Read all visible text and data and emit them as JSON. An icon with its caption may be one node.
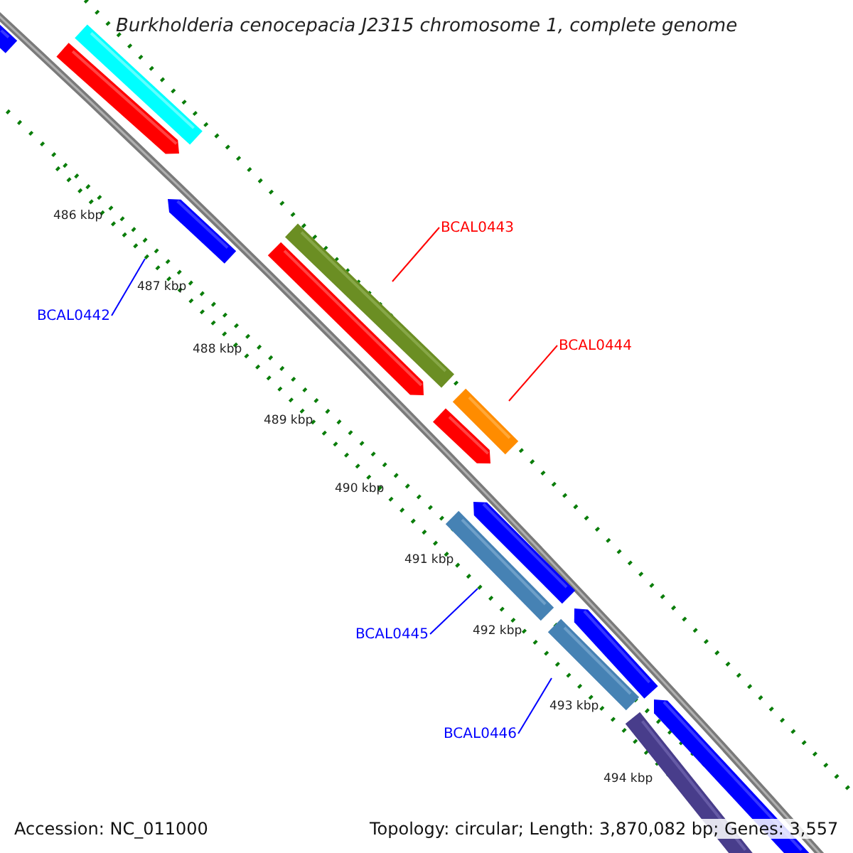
{
  "diagram": {
    "title": "Burkholderia cenocepacia J2315 chromosome 1, complete genome",
    "nodes": [
      {
        "text": [
          "BCAL0443"
        ]
      },
      {
        "text": [
          "BCAL0442"
        ]
      },
      {
        "text": [
          "BCAL0444"
        ]
      },
      {
        "text": [
          "BCAL0445"
        ]
      },
      {
        "text": [
          "BCAL0446"
        ]
      }
    ],
    "edges": [
      {
        "from": 0,
        "to": null,
        "arrow": "none",
        "color": "#ff0000"
      },
      {
        "from": 1,
        "to": null,
        "arrow": "none"
      },
      {
        "from": 2,
        "to": null,
        "arrow": "none",
        "color": "#ff0000"
      },
      {
        "from": 3,
        "to": null,
        "arrow": "none"
      },
      {
        "from": 4,
        "to": null,
        "arrow": "none"
      }
    ],
    "labels": [
      "486 kbp",
      "487 kbp",
      "488 kbp",
      "489 kbp",
      "490 kbp",
      "491 kbp",
      "492 kbp",
      "493 kbp",
      "494 kbp",
      "Accession: NC_011000",
      "Topology: circular; Length: 3,870,082 bp; Genes: 3,557"
    ]
  }
}
